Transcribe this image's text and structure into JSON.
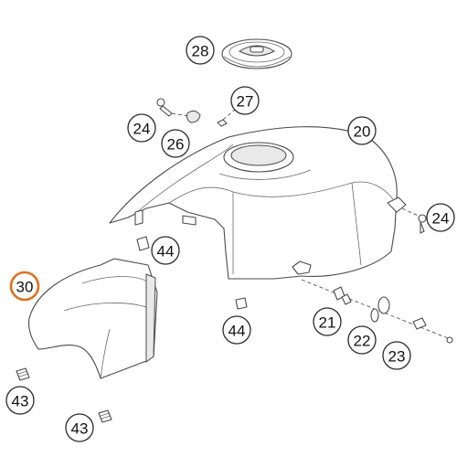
{
  "highlight_color": "#e07020",
  "callouts": [
    {
      "id": "c28",
      "number": "28",
      "highlighted": false
    },
    {
      "id": "c27",
      "number": "27",
      "highlighted": false
    },
    {
      "id": "c24a",
      "number": "24",
      "highlighted": false
    },
    {
      "id": "c26",
      "number": "26",
      "highlighted": false
    },
    {
      "id": "c20",
      "number": "20",
      "highlighted": false
    },
    {
      "id": "c24b",
      "number": "24",
      "highlighted": false
    },
    {
      "id": "c44a",
      "number": "44",
      "highlighted": false
    },
    {
      "id": "c30",
      "number": "30",
      "highlighted": true
    },
    {
      "id": "c44b",
      "number": "44",
      "highlighted": false
    },
    {
      "id": "c21",
      "number": "21",
      "highlighted": false
    },
    {
      "id": "c22",
      "number": "22",
      "highlighted": false
    },
    {
      "id": "c23",
      "number": "23",
      "highlighted": false
    },
    {
      "id": "c43a",
      "number": "43",
      "highlighted": false
    },
    {
      "id": "c43b",
      "number": "43",
      "highlighted": false
    }
  ]
}
